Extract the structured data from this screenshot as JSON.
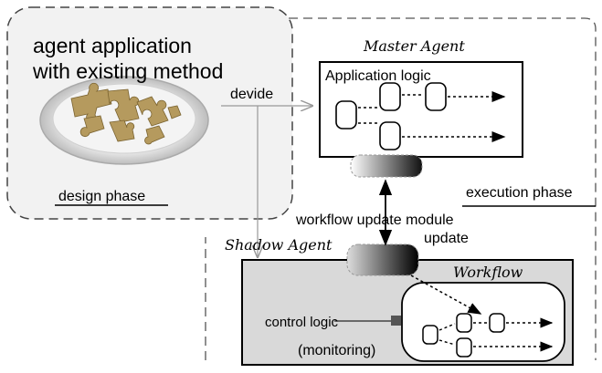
{
  "design": {
    "title_line1": "agent application",
    "title_line2": "with existing method",
    "phase_label": "design phase",
    "divide_label": "devide"
  },
  "master": {
    "title": "Master Agent",
    "app_logic_label": "Application logic"
  },
  "execution": {
    "phase_label": "execution phase",
    "module_label": "workflow update module",
    "update_label": "update"
  },
  "shadow": {
    "title": "Shadow Agent",
    "workflow_label": "Workflow",
    "control_label": "control logic",
    "monitoring_label": "(monitoring)"
  },
  "colors": {
    "design_fill": "#f2f2f2",
    "shadow_fill": "#d9d9d9",
    "puzzle": "#b59a5e"
  }
}
